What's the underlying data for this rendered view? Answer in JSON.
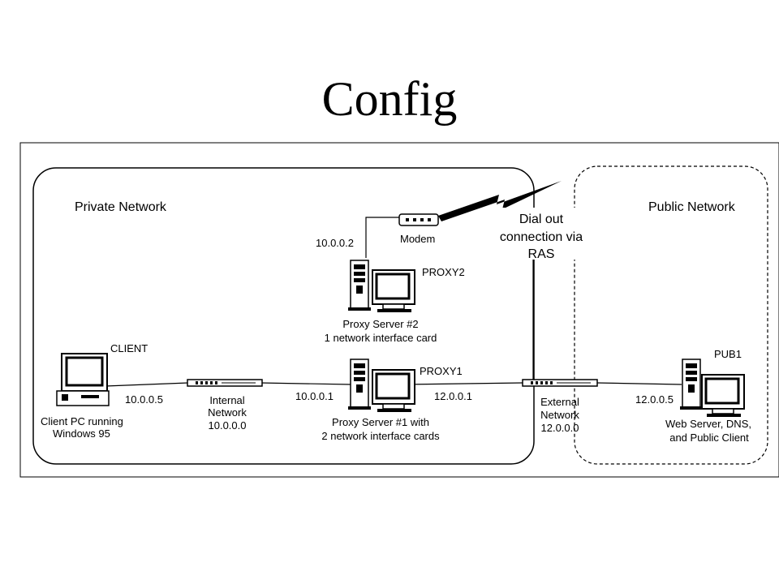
{
  "title": "Config",
  "zones": {
    "private": "Private Network",
    "public": "Public Network"
  },
  "nodes": {
    "client": {
      "name": "CLIENT",
      "desc1": "Client PC running",
      "desc2": "Windows 95",
      "ip": "10.0.0.5"
    },
    "internal_net": {
      "line1": "Internal",
      "line2": "Network",
      "line3": "10.0.0.0"
    },
    "proxy1": {
      "name": "PROXY1",
      "desc1": "Proxy Server #1 with",
      "desc2": "2 network interface cards",
      "ip_left": "10.0.0.1",
      "ip_right": "12.0.0.1"
    },
    "proxy2": {
      "name": "PROXY2",
      "desc1": "Proxy Server #2",
      "desc2": "1 network interface card",
      "ip": "10.0.0.2"
    },
    "modem": {
      "name": "Modem"
    },
    "dialout": {
      "line1": "Dial out",
      "line2": "connection via",
      "line3": "RAS"
    },
    "external_net": {
      "line1": "External",
      "line2": "Network",
      "line3": "12.0.0.0"
    },
    "pub1": {
      "name": "PUB1",
      "desc1": "Web Server, DNS,",
      "desc2": "and Public Client",
      "ip": "12.0.0.5"
    }
  },
  "icons": [
    "desktop-pc-icon",
    "tower-server-icon",
    "monitor-icon",
    "network-hub-icon",
    "modem-icon",
    "lightning-link-icon"
  ]
}
